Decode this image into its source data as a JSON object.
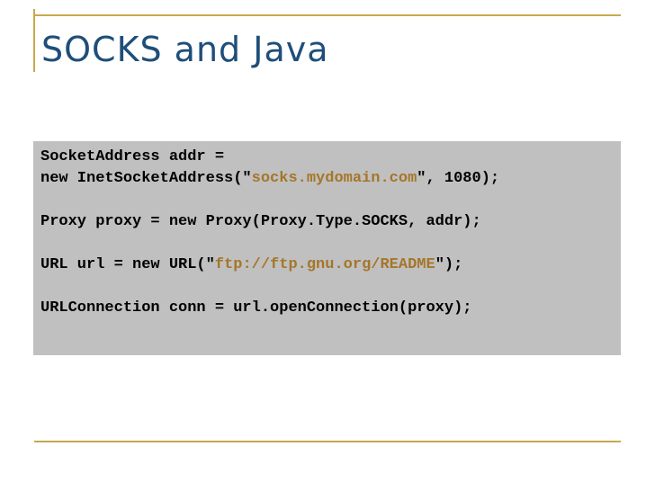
{
  "slide": {
    "title": "SOCKS and Java",
    "accent_color": "#c8a94b",
    "title_color": "#1f4e79",
    "code_bg_color": "#c0c0c0",
    "string_color": "#a5762a"
  },
  "code": {
    "line1": "SocketAddress addr =",
    "line2_pre": "new InetSocketAddress(\"",
    "line2_str": "socks.mydomain.com",
    "line2_post": "\", 1080);",
    "line3": "Proxy proxy = new Proxy(Proxy.Type.SOCKS, addr);",
    "line4_pre": "URL url = new URL(\"",
    "line4_str": "ftp://ftp.gnu.org/README",
    "line4_post": "\");",
    "line5": "URLConnection conn = url.openConnection(proxy);"
  }
}
